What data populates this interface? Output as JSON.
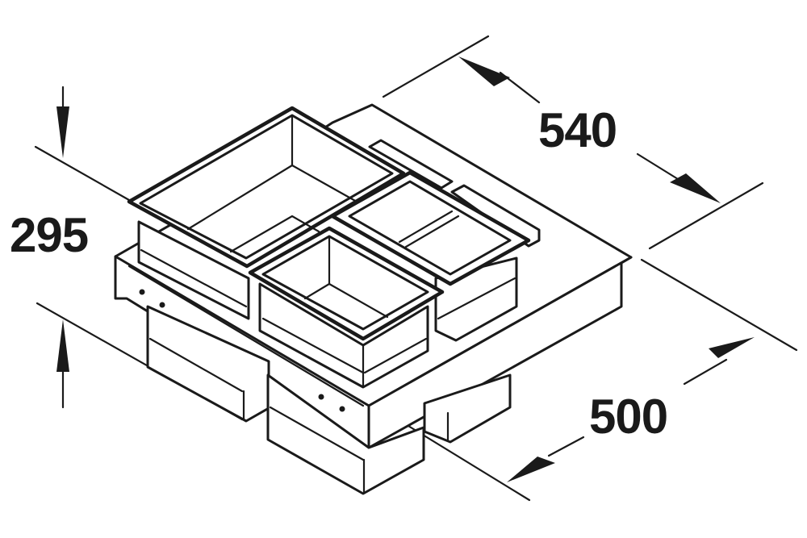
{
  "diagram": {
    "subject": "waste bin pull-out system, isometric view",
    "stroke_color": "#1a1a1a",
    "background_color": "#ffffff",
    "dimensions": {
      "height": {
        "label": "295",
        "orientation": "vertical"
      },
      "width": {
        "label": "540",
        "orientation": "isometric-right"
      },
      "depth": {
        "label": "500",
        "orientation": "isometric-left"
      }
    },
    "components": [
      "base-frame",
      "large-bin-left",
      "small-bin-front",
      "split-bin-right",
      "lower-drawer-left",
      "lower-drawer-front",
      "lower-drawer-right"
    ]
  }
}
